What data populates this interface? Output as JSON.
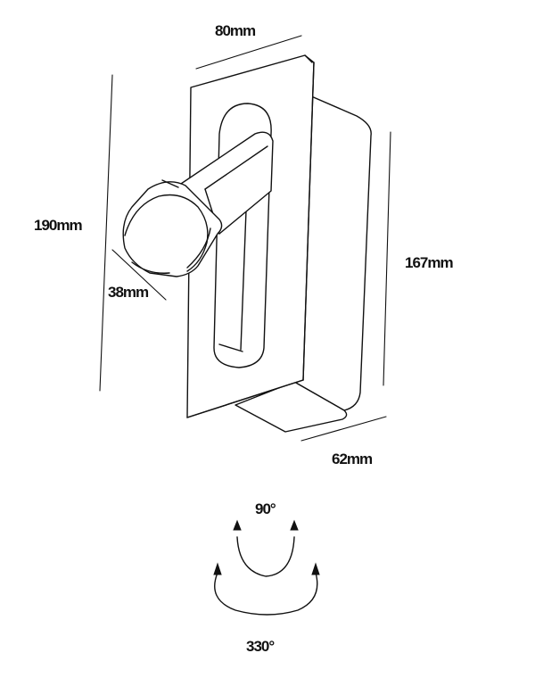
{
  "dimensions": {
    "width_top": "80mm",
    "height_left": "190mm",
    "head_diameter": "38mm",
    "box_height": "167mm",
    "box_depth": "62mm"
  },
  "rotation": {
    "tilt": "90°",
    "swivel": "330°"
  }
}
